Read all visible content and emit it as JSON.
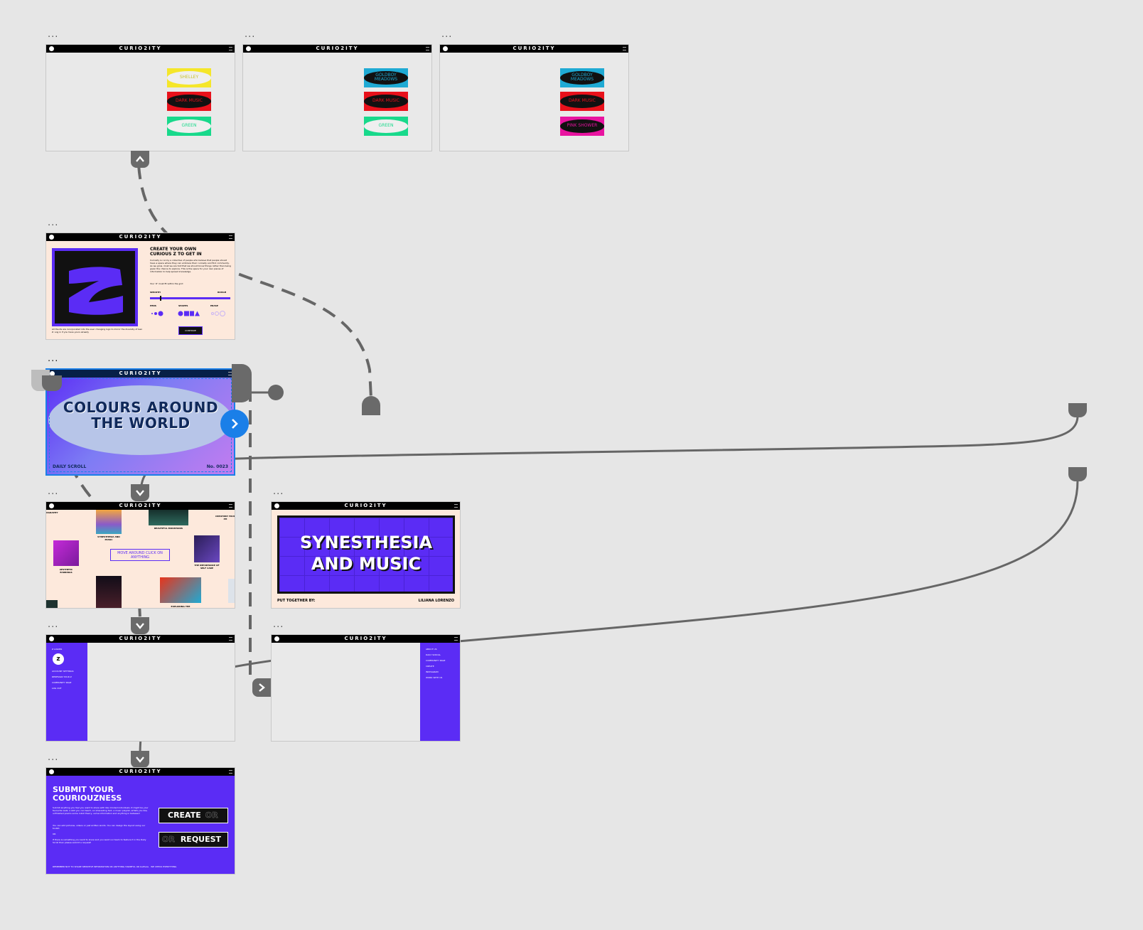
{
  "brand": "CURIO2ITY",
  "frames_menu": "...",
  "row1": {
    "frame1": {
      "pills": [
        "SHELLEY",
        "DARK MUSIC",
        "GREEN"
      ]
    },
    "frame2": {
      "pills": [
        "GOLDBOY MEADOWS",
        "DARK MUSIC",
        "GREEN"
      ]
    },
    "frame3": {
      "pills": [
        "GOLDBOY MEADOWS",
        "DARK MUSIC",
        "PINK SHOWER"
      ]
    }
  },
  "create": {
    "title": "CREATE YOUR OWN CURIOUS Z TO GET IN",
    "body": "Curiosity is run by a collective of people who believe that people should have a space where they can embrace their curiosity and find community. As we grow, most we are told that we should know things rather than being given the chance to explore. This is the space for your own pieces of information to help spread knowledge.",
    "subtitle": "Your 'Z' must fit within the grid",
    "slider_left": "SMOOTH",
    "slider_right": "ROUGH",
    "opt1": "PENS",
    "opt2": "SHAPES",
    "opt3": "ERASE",
    "caption": "All the Zs are incorporated into the ever changing logo to mirror the diversity of Gen Z. Log in if you have yours already",
    "button": "CONTINUE"
  },
  "colours": {
    "title": "COLOURS AROUND THE WORLD",
    "left": "DAILY SCROLL",
    "right": "No. 0023"
  },
  "gallery": {
    "center_button": "MOVE AROUND CLICK ON ANYTHING",
    "items": [
      "SYNESTHESIA AND MUSIC",
      "BEAUTIFUL MOUNTAINS",
      "CREATURE YOUR PH",
      "AESTHETIC EARRINGS",
      "THE IMPORTANCE OF SELF CARE",
      "EXPLORING THE"
    ],
    "top_left": "OGRAPHY"
  },
  "synesthesia": {
    "title": "SYNESTHESIA AND MUSIC",
    "footer_left": "PUT TOGETHER BY:",
    "footer_right": "LILIANA LORENZO"
  },
  "left_menu": [
    "Z LOGINS",
    "ACCOUNT SETTINGS",
    "REDESIGN YOUR Z",
    "COMMUNITY PAGE",
    "LOG OUT"
  ],
  "right_menu": [
    "ABOUT US",
    "DAILY SCROLL",
    "COMMUNITY PAGE",
    "CREATE",
    "INSTAGRAM",
    "WORK WITH US"
  ],
  "submit": {
    "title": "SUBMIT YOUR COURIOUZNESS",
    "p1": "Submit anything you feel you want to share with like minded individuals. It might be your favourite walk, a skill you can teach, an interesting fact, a music playlist, artists you like, unfinished poems some robot theory, some information and anything in between!",
    "p2": "You can add pictures, videos or just written words. You can design the layout using our toolkit.",
    "or": "OR",
    "p3": "If there is something you want to know and you want our team to feature it in the Daily Scroll then please submit a request!",
    "btn1": "CREATE",
    "btn1_ghost": "OR",
    "btn2": "REQUEST",
    "btn2_ghost": "OR",
    "footer": "REMEMBER NOT TO SHARE SENSITIVE INFORMATION OR ANYTHING HARMFUL OR ILLEGAL   WE CHECK EVERYTHING"
  },
  "colors": {
    "purple": "#5b2cf5",
    "cream": "#fde9dc",
    "yellow": "#f5e62a",
    "red": "#e8111b",
    "green": "#18d98b",
    "cyan": "#1faad4",
    "pink": "#e814a0",
    "blue": "#1a7fe8",
    "connector": "#6a6a6a"
  },
  "icons": {
    "next": "chevron-right-icon",
    "up": "chevron-up-icon",
    "down": "chevron-down-icon"
  }
}
